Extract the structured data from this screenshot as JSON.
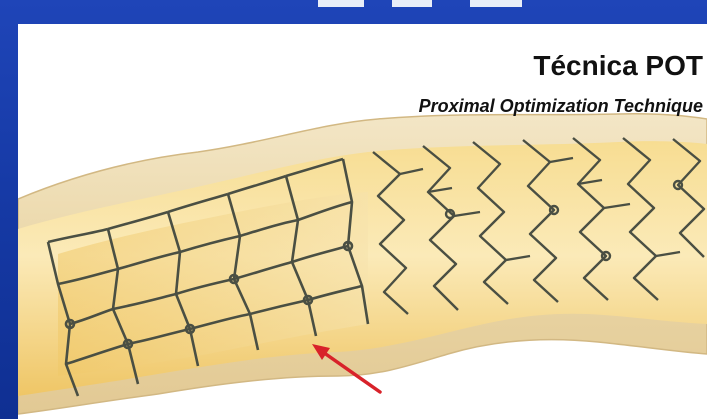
{
  "slide": {
    "title": "Técnica POT",
    "subtitle": "Proximal Optimization Technique"
  },
  "illustration": {
    "description_icons": [
      "vessel-illustration",
      "stent-mesh",
      "red-arrow-icon"
    ],
    "colors": {
      "slide_background": "#1a40ae",
      "vessel_wall": "#f0e1bd",
      "vessel_lumen": "#f4d07a",
      "stent_strut": "#4a4f43",
      "arrow": "#d8222a"
    }
  }
}
